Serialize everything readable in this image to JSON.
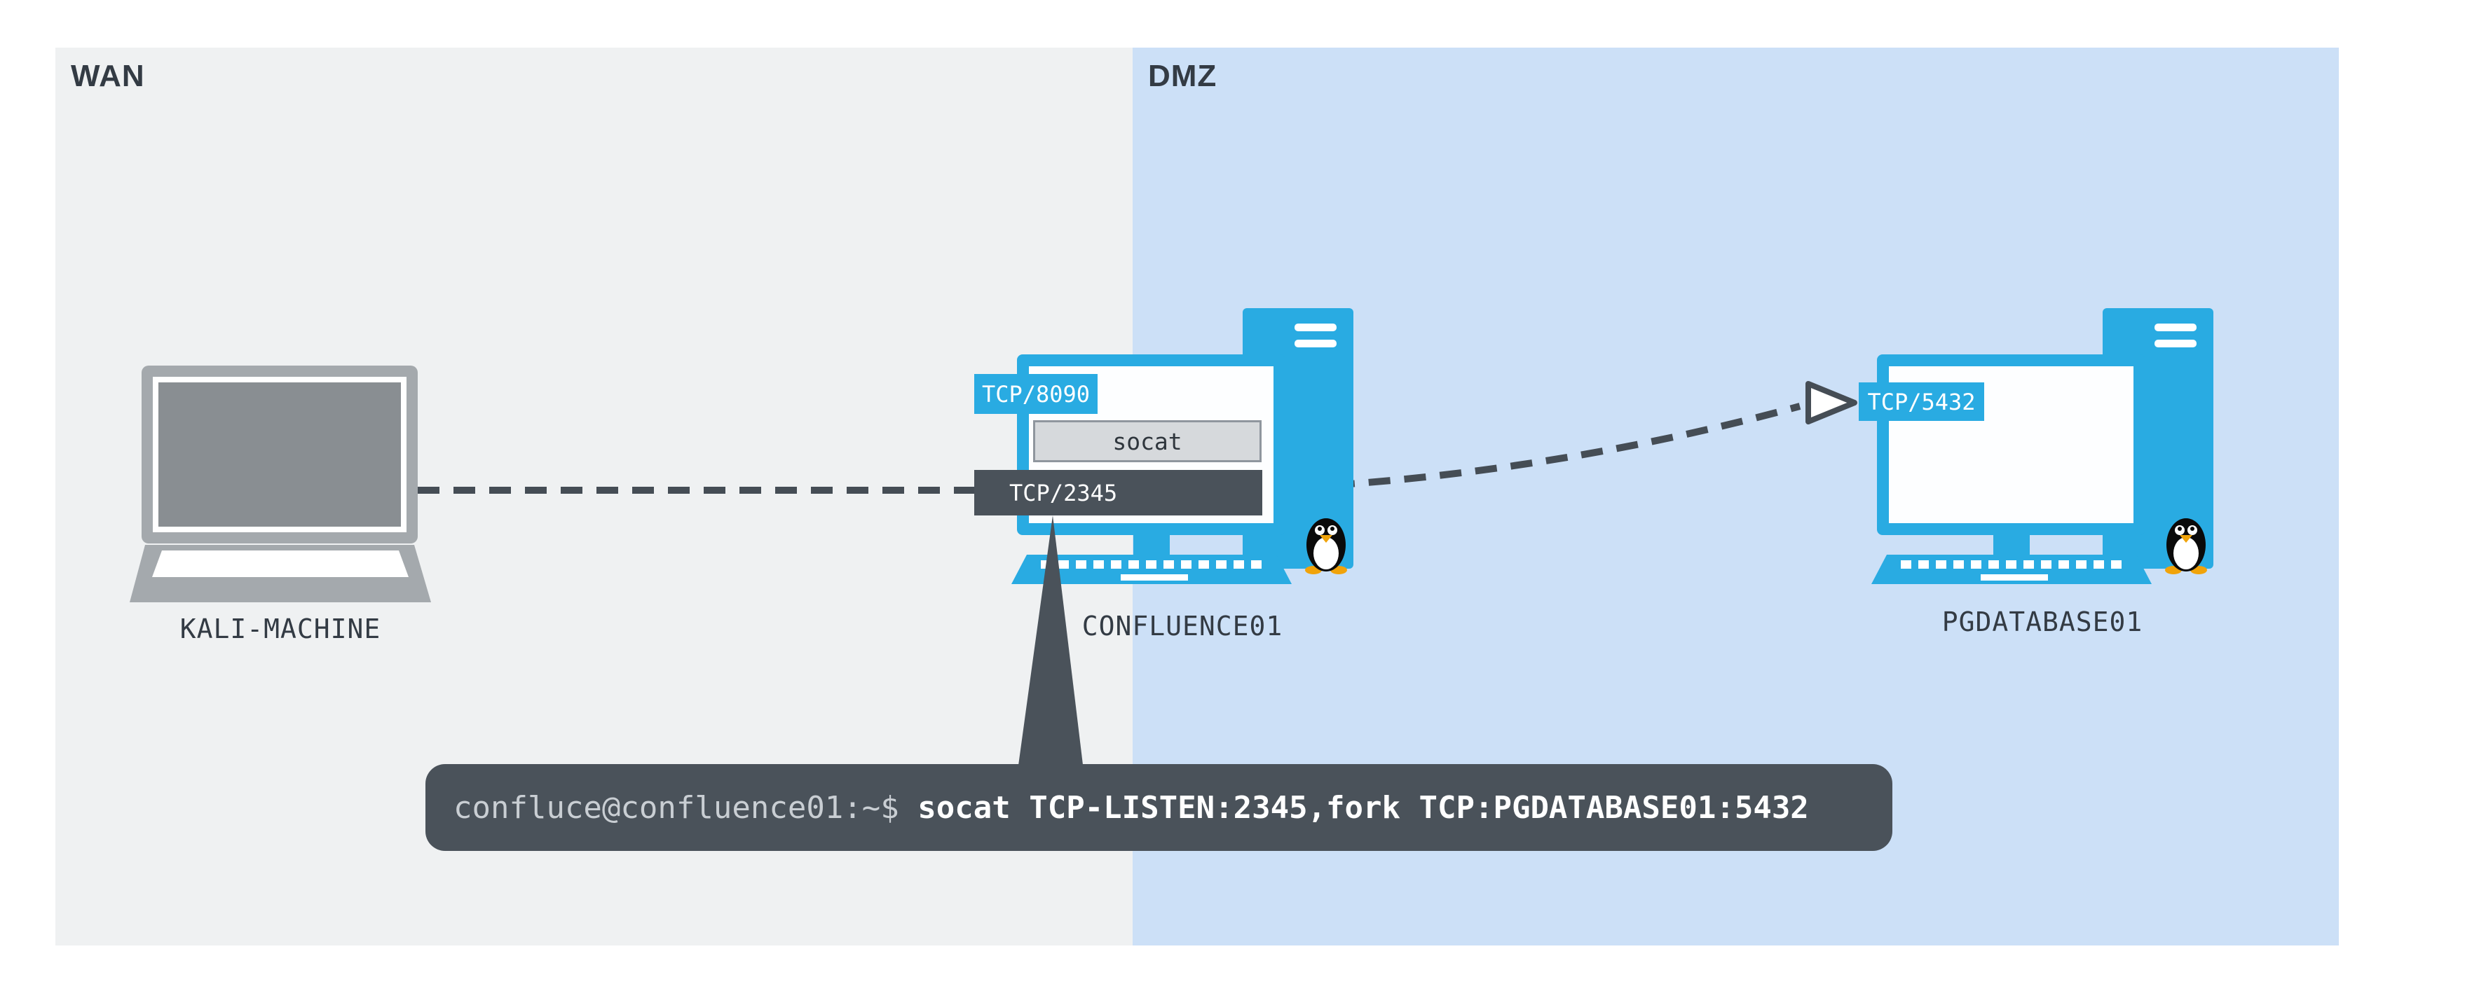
{
  "diagram": {
    "zones": {
      "wan": {
        "label": "WAN"
      },
      "dmz": {
        "label": "DMZ"
      }
    },
    "nodes": {
      "kali": {
        "label": "KALI-MACHINE"
      },
      "confluence": {
        "label": "CONFLUENCE01"
      },
      "pgdatabase": {
        "label": "PGDATABASE01"
      }
    },
    "ports": {
      "confluence_web": {
        "label": "TCP/8090"
      },
      "confluence_forward": {
        "label": "TCP/2345"
      },
      "pgdatabase_db": {
        "label": "TCP/5432"
      }
    },
    "relay": {
      "label": "socat"
    },
    "terminal": {
      "prompt": "confluce@confluence01:~$ ",
      "command": "socat TCP-LISTEN:2345,fork TCP:PGDATABASE01:5432"
    }
  },
  "colors": {
    "zone-wan-bg": "#EFF1F2",
    "zone-dmz-bg": "#CCE0F7",
    "device-blue": "#29ABE2",
    "slate-dark": "#4A525A",
    "wire": "#454D55",
    "text-dark": "#333B44",
    "laptop-gray": "#A4A9AD",
    "screen-gray": "#898E92",
    "socat-bg": "#D6D9DC",
    "socat-border": "#8F969E",
    "prompt-text": "#C9CED3",
    "penguin-orange": "#F0A30A"
  }
}
